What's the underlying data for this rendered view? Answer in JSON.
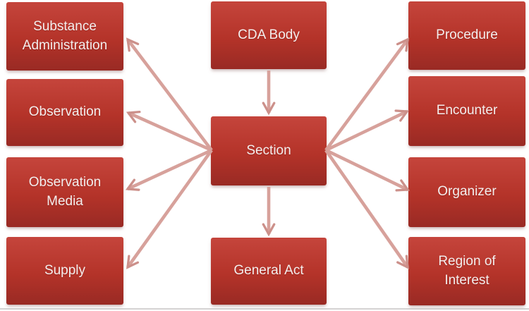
{
  "diagram": {
    "center_top": {
      "label": "CDA Body"
    },
    "center": {
      "label": "Section"
    },
    "center_bottom": {
      "label": "General Act"
    },
    "left_nodes": [
      {
        "label": "Substance Administration"
      },
      {
        "label": "Observation"
      },
      {
        "label": "Observation Media"
      },
      {
        "label": "Supply"
      }
    ],
    "right_nodes": [
      {
        "label": "Procedure"
      },
      {
        "label": "Encounter"
      },
      {
        "label": "Organizer"
      },
      {
        "label": "Region of Interest"
      }
    ],
    "edges": [
      {
        "from": "CDA Body",
        "to": "Section"
      },
      {
        "from": "Section",
        "to": "General Act"
      },
      {
        "from": "Section",
        "to": "Substance Administration"
      },
      {
        "from": "Section",
        "to": "Observation"
      },
      {
        "from": "Section",
        "to": "Observation Media"
      },
      {
        "from": "Section",
        "to": "Supply"
      },
      {
        "from": "Section",
        "to": "Procedure"
      },
      {
        "from": "Section",
        "to": "Encounter"
      },
      {
        "from": "Section",
        "to": "Organizer"
      },
      {
        "from": "Section",
        "to": "Region of Interest"
      }
    ],
    "colors": {
      "box_gradient_top": "#c5453c",
      "box_gradient_bottom": "#992a24",
      "label_text": "#f4eeed",
      "arrow": "#d7a19b",
      "arrow_head": "#cc908a",
      "bottom_rule": "#d4d2d2"
    }
  }
}
